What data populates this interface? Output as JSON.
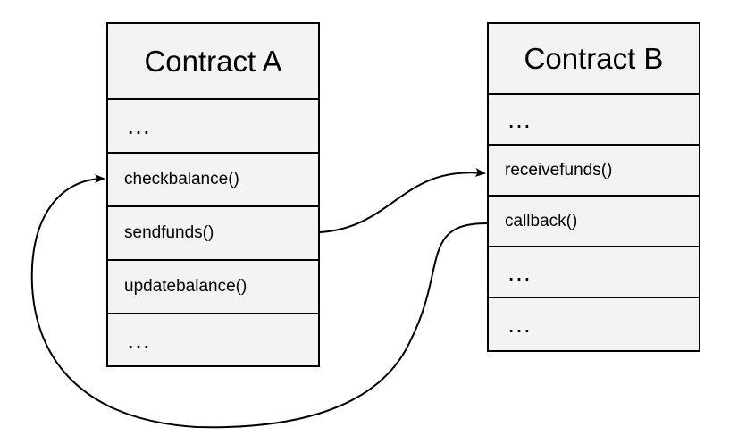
{
  "contract_a": {
    "title": "Contract A",
    "rows": [
      "…",
      "checkbalance()",
      "sendfunds()",
      "updatebalance()",
      "…"
    ]
  },
  "contract_b": {
    "title": "Contract B",
    "rows": [
      "…",
      "receivefunds()",
      "callback()",
      "…",
      "…"
    ]
  },
  "edges": [
    {
      "from": "sendfunds()",
      "to": "receivefunds()"
    },
    {
      "from": "callback()",
      "to": "checkbalance()"
    }
  ],
  "colors": {
    "fill": "#f3f3f3",
    "stroke": "#000000"
  }
}
